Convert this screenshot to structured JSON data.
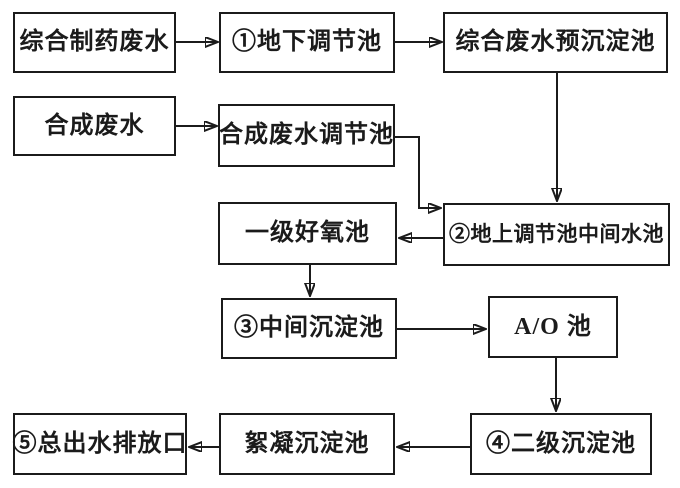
{
  "diagram": {
    "type": "flowchart",
    "subject": "pharmaceutical wastewater treatment process",
    "colors": {
      "background": "#ffffff",
      "box_fill": "#ffffff",
      "line": "#1b1b1b",
      "text": "#1b1b1b"
    },
    "nodes": {
      "pharma_wastewater": {
        "label": "综合制药废水"
      },
      "underground_regulating_tank": {
        "label": "①地下调节池"
      },
      "combined_presedimentation_tank": {
        "label": "综合废水预沉淀池"
      },
      "synthetic_wastewater": {
        "label": "合成废水"
      },
      "synthetic_regulating_tank": {
        "label": "合成废水调节池"
      },
      "primary_aerobic_tank": {
        "label": "一级好氧池"
      },
      "aboveground_regulating_intermediate_tank": {
        "label": "②地上调节池中间水池"
      },
      "intermediate_sedimentation_tank": {
        "label": "③中间沉淀池"
      },
      "ao_tank": {
        "label": "A/O 池"
      },
      "secondary_sedimentation_tank": {
        "label": "④二级沉淀池"
      },
      "flocculation_sedimentation_tank": {
        "label": "絮凝沉淀池"
      },
      "final_outlet": {
        "label": "⑤总出水排放口"
      }
    },
    "edges": [
      {
        "from": "pharma_wastewater",
        "to": "underground_regulating_tank"
      },
      {
        "from": "underground_regulating_tank",
        "to": "combined_presedimentation_tank"
      },
      {
        "from": "combined_presedimentation_tank",
        "to": "aboveground_regulating_intermediate_tank"
      },
      {
        "from": "synthetic_wastewater",
        "to": "synthetic_regulating_tank"
      },
      {
        "from": "synthetic_regulating_tank",
        "to": "aboveground_regulating_intermediate_tank"
      },
      {
        "from": "aboveground_regulating_intermediate_tank",
        "to": "primary_aerobic_tank"
      },
      {
        "from": "primary_aerobic_tank",
        "to": "intermediate_sedimentation_tank"
      },
      {
        "from": "intermediate_sedimentation_tank",
        "to": "ao_tank"
      },
      {
        "from": "ao_tank",
        "to": "secondary_sedimentation_tank"
      },
      {
        "from": "secondary_sedimentation_tank",
        "to": "flocculation_sedimentation_tank"
      },
      {
        "from": "flocculation_sedimentation_tank",
        "to": "final_outlet"
      }
    ]
  }
}
